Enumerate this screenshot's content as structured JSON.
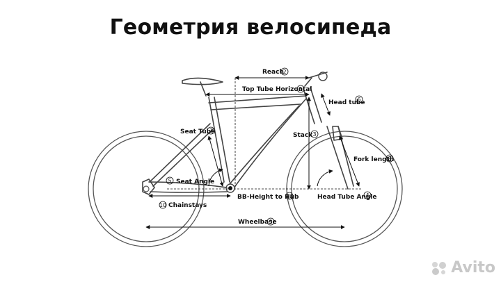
{
  "title": "Геометрия велосипеда",
  "labels": {
    "reach": "Reach",
    "top_tube": "Top Tube Horizontal",
    "head_tube": "Head tube",
    "seat_tube": "Seat Tube",
    "stack": "Stack",
    "fork_length": "Fork length",
    "seat_angle": "Seat Angle",
    "head_tube_angle": "Head Tube Angle",
    "bb_height": "BB-Height to Hub",
    "chainstays": "Chainstays",
    "wheelbase": "Wheelbase"
  },
  "numbers": {
    "top_tube": "1",
    "reach": "2",
    "stack": "3",
    "head_tube_angle": "4",
    "seat_angle": "5",
    "head_tube": "6",
    "seat_tube": "7",
    "fork_length": "8",
    "wheelbase": "9",
    "chainstays": "10",
    "bb_height": "11"
  },
  "watermark": "Avito",
  "colors": {
    "line": "#111111",
    "frame": "#444444",
    "watermark": "#c8c8c8"
  }
}
